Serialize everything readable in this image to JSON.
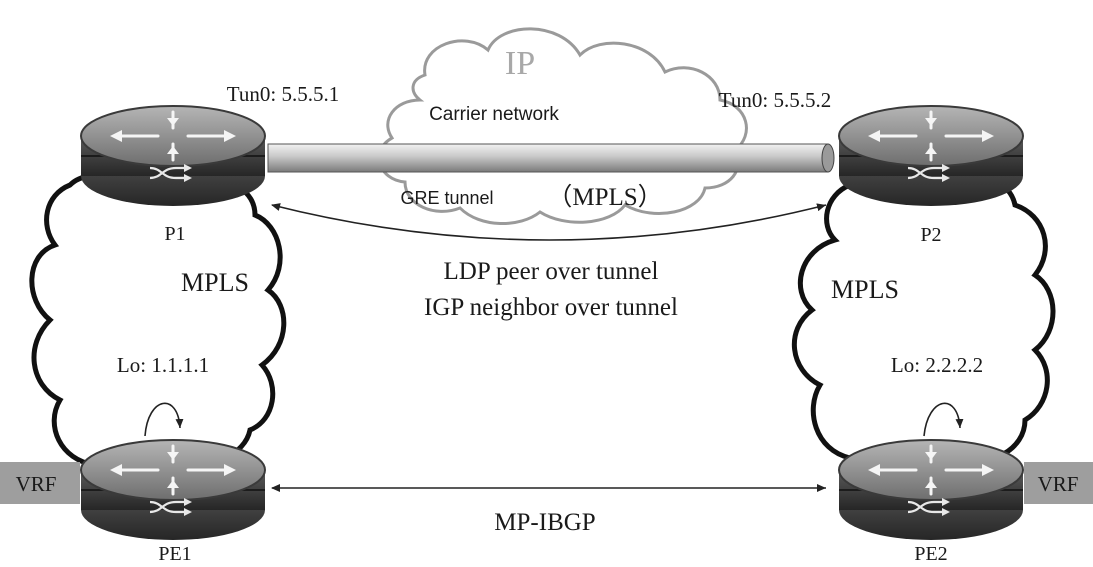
{
  "diagram": {
    "cloud_ip_label": "IP",
    "carrier_network": "Carrier network",
    "gre_tunnel": "GRE tunnel",
    "mpls_paren": "（MPLS）",
    "tun0_p1": "Tun0: 5.5.5.1",
    "tun0_p2": "Tun0: 5.5.5.2",
    "p1_label": "P1",
    "p2_label": "P2",
    "pe1_label": "PE1",
    "pe2_label": "PE2",
    "mpls_left": "MPLS",
    "mpls_right": "MPLS",
    "ldp_peer": "LDP peer over tunnel",
    "igp_neighbor": "IGP neighbor over tunnel",
    "lo_pe1": "Lo: 1.1.1.1",
    "lo_pe2": "Lo: 2.2.2.2",
    "vrf_left": "VRF",
    "vrf_right": "VRF",
    "mp_ibgp": "MP-IBGP"
  },
  "colors": {
    "router_body": "#4a4a4a",
    "router_top": "#8c8c8c",
    "vrf_bar": "#9e9e9e",
    "tunnel_pipe": "#bdbdbd"
  }
}
